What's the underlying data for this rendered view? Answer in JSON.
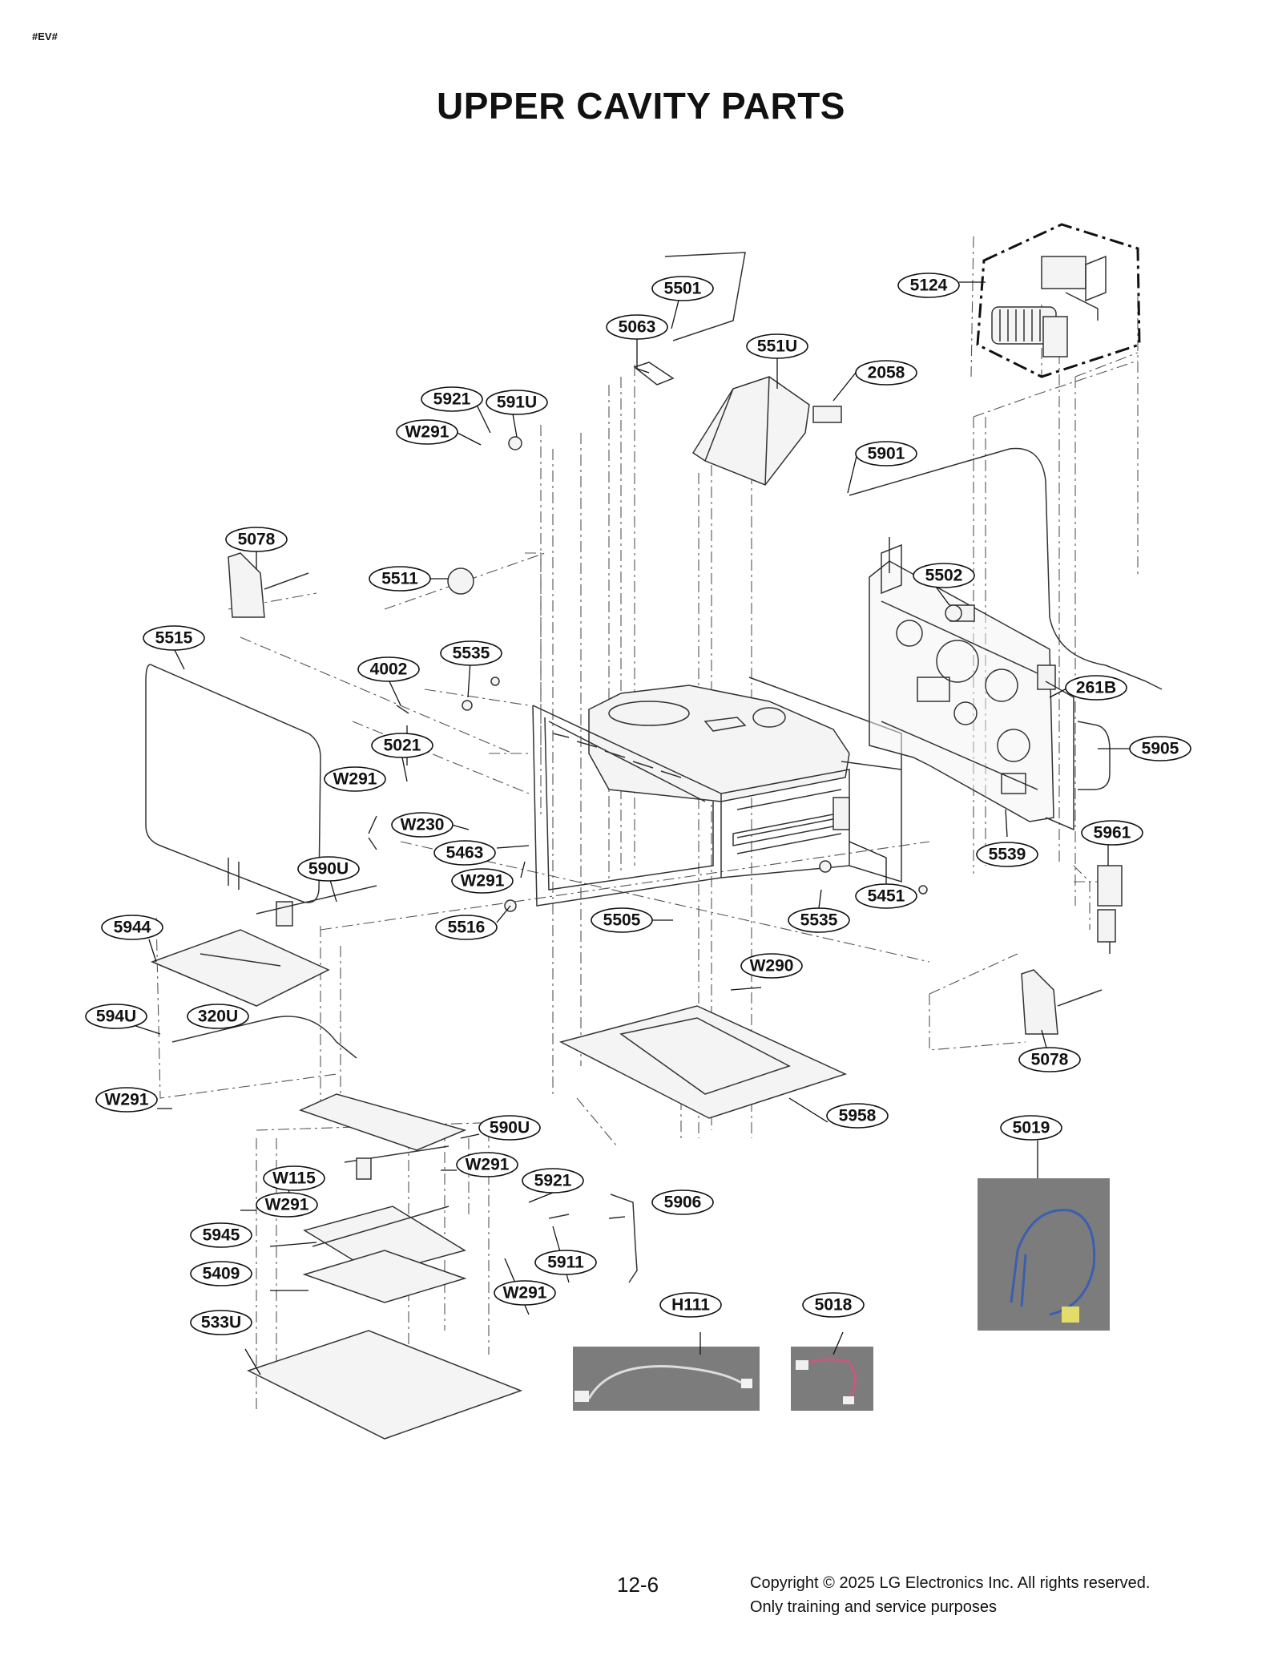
{
  "header": {
    "tag": "#EV#",
    "title": "UPPER CAVITY PARTS"
  },
  "callouts": [
    {
      "id": "c-5501",
      "label": "5501"
    },
    {
      "id": "c-5124",
      "label": "5124"
    },
    {
      "id": "c-5063",
      "label": "5063"
    },
    {
      "id": "c-551U",
      "label": "551U"
    },
    {
      "id": "c-2058",
      "label": "2058"
    },
    {
      "id": "c-5921a",
      "label": "5921"
    },
    {
      "id": "c-591U",
      "label": "591U"
    },
    {
      "id": "c-W291a",
      "label": "W291"
    },
    {
      "id": "c-5901",
      "label": "5901"
    },
    {
      "id": "c-5078a",
      "label": "5078"
    },
    {
      "id": "c-5511",
      "label": "5511"
    },
    {
      "id": "c-5502",
      "label": "5502"
    },
    {
      "id": "c-5515",
      "label": "5515"
    },
    {
      "id": "c-5535a",
      "label": "5535"
    },
    {
      "id": "c-4002",
      "label": "4002"
    },
    {
      "id": "c-261B",
      "label": "261B"
    },
    {
      "id": "c-5021",
      "label": "5021"
    },
    {
      "id": "c-5905",
      "label": "5905"
    },
    {
      "id": "c-W291b",
      "label": "W291"
    },
    {
      "id": "c-W230",
      "label": "W230"
    },
    {
      "id": "c-5463",
      "label": "5463"
    },
    {
      "id": "c-5539",
      "label": "5539"
    },
    {
      "id": "c-5961",
      "label": "5961"
    },
    {
      "id": "c-590Ua",
      "label": "590U"
    },
    {
      "id": "c-W291c",
      "label": "W291"
    },
    {
      "id": "c-5451",
      "label": "5451"
    },
    {
      "id": "c-5944",
      "label": "5944"
    },
    {
      "id": "c-5516",
      "label": "5516"
    },
    {
      "id": "c-5505",
      "label": "5505"
    },
    {
      "id": "c-5535b",
      "label": "5535"
    },
    {
      "id": "c-W290",
      "label": "W290"
    },
    {
      "id": "c-594U",
      "label": "594U"
    },
    {
      "id": "c-320U",
      "label": "320U"
    },
    {
      "id": "c-5078b",
      "label": "5078"
    },
    {
      "id": "c-W291d",
      "label": "W291"
    },
    {
      "id": "c-5958",
      "label": "5958"
    },
    {
      "id": "c-5019",
      "label": "5019"
    },
    {
      "id": "c-590Ub",
      "label": "590U"
    },
    {
      "id": "c-W291e",
      "label": "W291"
    },
    {
      "id": "c-W115",
      "label": "W115"
    },
    {
      "id": "c-5921b",
      "label": "5921"
    },
    {
      "id": "c-W291f",
      "label": "W291"
    },
    {
      "id": "c-5906",
      "label": "5906"
    },
    {
      "id": "c-5945",
      "label": "5945"
    },
    {
      "id": "c-5911",
      "label": "5911"
    },
    {
      "id": "c-5409",
      "label": "5409"
    },
    {
      "id": "c-W291g",
      "label": "W291"
    },
    {
      "id": "c-H111",
      "label": "H111"
    },
    {
      "id": "c-5018",
      "label": "5018"
    },
    {
      "id": "c-533U",
      "label": "533U"
    }
  ],
  "footer": {
    "page_number": "12-6",
    "copyright": "Copyright © 2025 LG Electronics Inc. All rights reserved.",
    "notice": "Only training and service purposes"
  }
}
